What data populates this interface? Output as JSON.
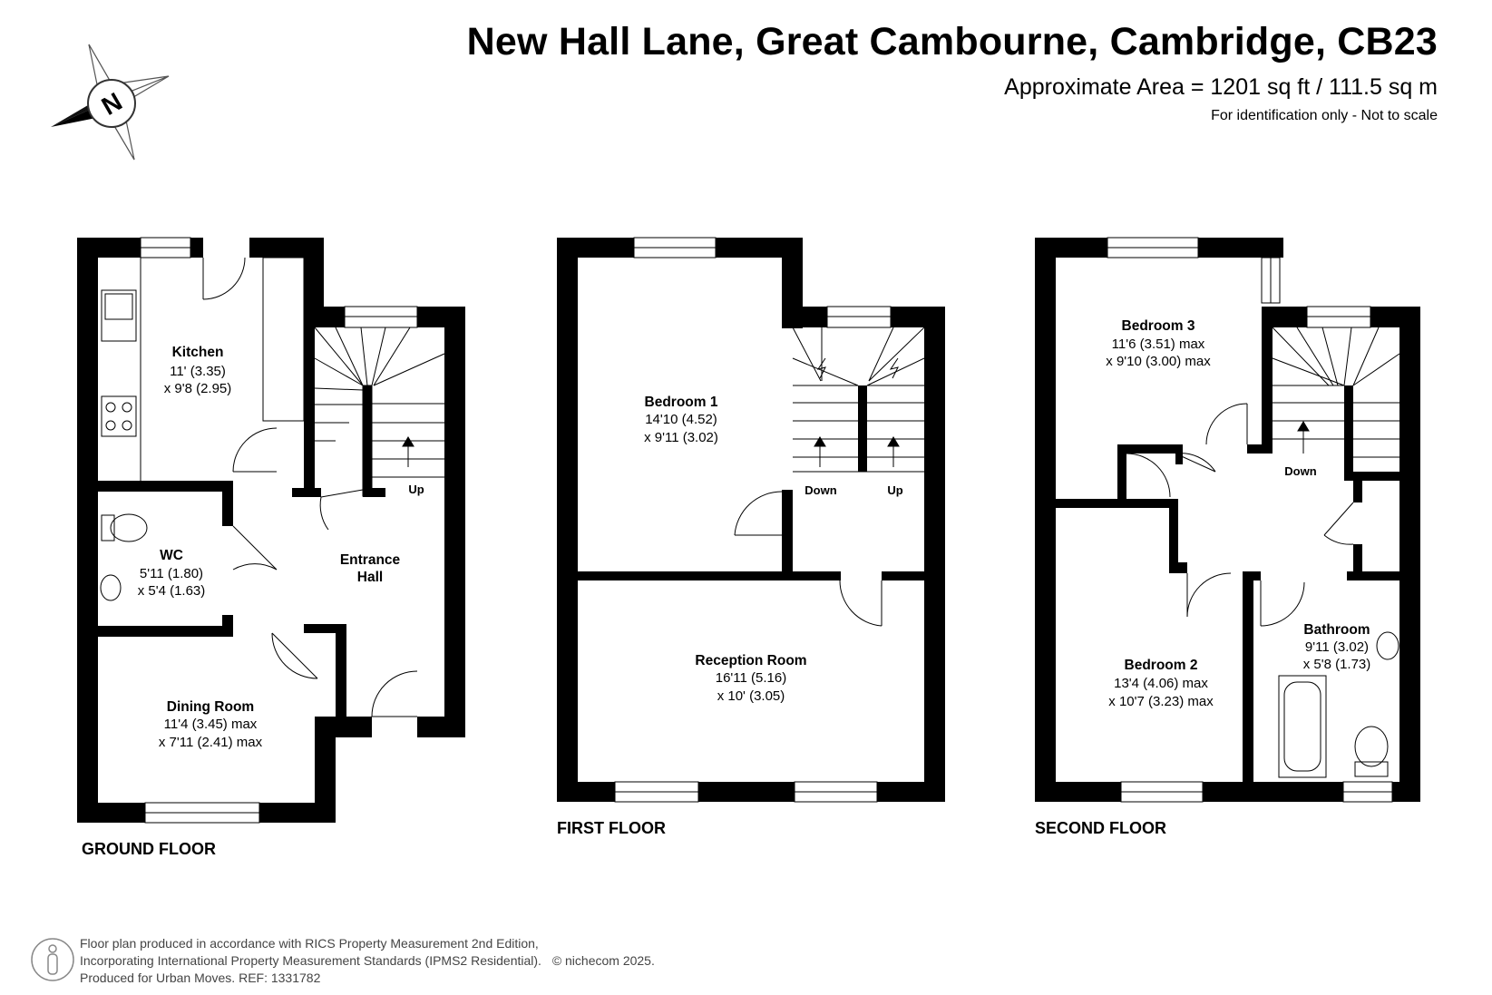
{
  "header": {
    "title": "New Hall Lane, Great Cambourne, Cambridge, CB23",
    "area": "Approximate Area = 1201 sq ft / 111.5 sq m",
    "disclaimer": "For identification only - Not to scale"
  },
  "compass": {
    "label": "N"
  },
  "floors": {
    "ground": {
      "label": "GROUND FLOOR",
      "rooms": {
        "kitchen": {
          "name": "Kitchen",
          "dim1": "11' (3.35)",
          "dim2": "x 9'8 (2.95)"
        },
        "wc": {
          "name": "WC",
          "dim1": "5'11 (1.80)",
          "dim2": "x 5'4 (1.63)"
        },
        "hall": {
          "name1": "Entrance",
          "name2": "Hall"
        },
        "dining": {
          "name": "Dining Room",
          "dim1": "11'4 (3.45) max",
          "dim2": "x 7'11 (2.41) max"
        }
      },
      "stairs_up": "Up"
    },
    "first": {
      "label": "FIRST FLOOR",
      "rooms": {
        "bedroom1": {
          "name": "Bedroom 1",
          "dim1": "14'10 (4.52)",
          "dim2": "x 9'11 (3.02)"
        },
        "reception": {
          "name": "Reception Room",
          "dim1": "16'11 (5.16)",
          "dim2": "x 10' (3.05)"
        }
      },
      "stairs_down": "Down",
      "stairs_up": "Up"
    },
    "second": {
      "label": "SECOND FLOOR",
      "rooms": {
        "bedroom3": {
          "name": "Bedroom 3",
          "dim1": "11'6 (3.51) max",
          "dim2": "x 9'10 (3.00) max"
        },
        "bedroom2": {
          "name": "Bedroom 2",
          "dim1": "13'4 (4.06) max",
          "dim2": "x 10'7 (3.23) max"
        },
        "bathroom": {
          "name": "Bathroom",
          "dim1": "9'11 (3.02)",
          "dim2": "x 5'8 (1.73)"
        }
      },
      "stairs_down": "Down"
    }
  },
  "footer": {
    "line1": "Floor plan produced in accordance with RICS Property Measurement 2nd Edition,",
    "line2": "Incorporating International Property Measurement Standards (IPMS2 Residential).",
    "copyright": "© nichecom 2025.",
    "line3": "Produced for Urban Moves.   REF: 1331782"
  }
}
